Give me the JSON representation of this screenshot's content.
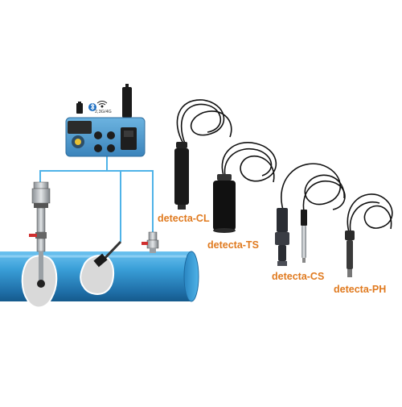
{
  "sensors": [
    {
      "key": "cl",
      "label": "detecta-CL"
    },
    {
      "key": "ts",
      "label": "detecta-TS"
    },
    {
      "key": "cs",
      "label": "detecta-CS"
    },
    {
      "key": "ph",
      "label": "detecta-PH"
    }
  ],
  "gateway": {
    "connectivity_text": "2,3G/4G",
    "icons": [
      "battery-icon",
      "bluetooth-icon",
      "wifi-icon"
    ]
  },
  "colors": {
    "label": "#e07a1f",
    "pipe": "#3a9fd8",
    "wire": "#4fb3e8",
    "gateway_body": "#4b97cc",
    "cable": "#111111"
  }
}
